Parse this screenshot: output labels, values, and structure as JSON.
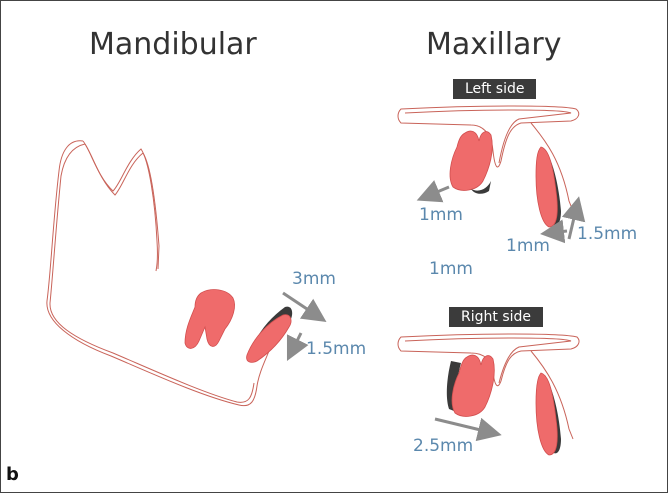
{
  "headings": {
    "mandibular": "Mandibular",
    "maxillary": "Maxillary"
  },
  "tags": {
    "left_side": "Left side",
    "right_side": "Right side"
  },
  "measurements": {
    "mand_3mm": "3mm",
    "mand_1_5mm": "1.5mm",
    "left_1mm_a": "1mm",
    "left_1mm_b": "1mm",
    "left_1_5mm": "1.5mm",
    "mid_1mm": "1mm",
    "right_2_5mm": "2.5mm"
  },
  "panel_letter": "b",
  "colors": {
    "tooth": "#ef6b6b",
    "tooth_shadow": "#3a3a3a",
    "outline": "#c9645a",
    "arrow": "#8c8c8c",
    "label": "#5b88ad"
  }
}
